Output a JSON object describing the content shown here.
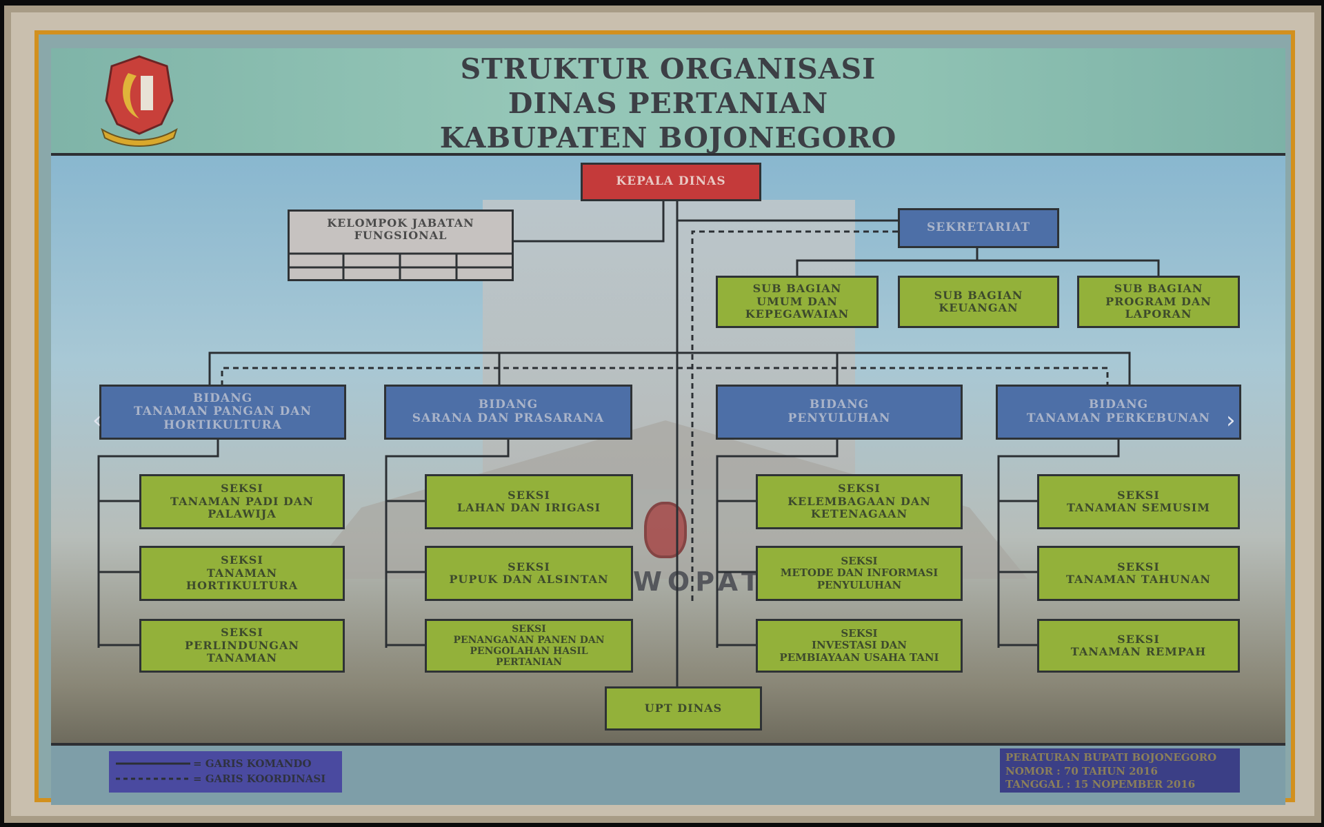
{
  "title": {
    "line1": "STRUKTUR ORGANISASI",
    "line2": "DINAS PERTANIAN",
    "line3": "KABUPATEN BOJONEGORO"
  },
  "boxes": {
    "kepala": "KEPALA DINAS",
    "kjf": "KELOMPOK JABATAN\nFUNGSIONAL",
    "sekretariat": "SEKRETARIAT",
    "sub_umum": "SUB BAGIAN\nUMUM DAN\nKEPEGAWAIAN",
    "sub_keuangan": "SUB BAGIAN\nKEUANGAN",
    "sub_program": "SUB BAGIAN\nPROGRAM DAN\nLAPORAN",
    "bidang_tph": "BIDANG\nTANAMAN PANGAN DAN\nHORTIKULTURA",
    "bidang_sarpras": "BIDANG\nSARANA DAN PRASARANA",
    "bidang_penyuluhan": "BIDANG\nPENYULUHAN",
    "bidang_perkebunan": "BIDANG\nTANAMAN PERKEBUNAN",
    "seksi_padi": "SEKSI\nTANAMAN PADI DAN\nPALAWIJA",
    "seksi_horti": "SEKSI\nTANAMAN\nHORTIKULTURA",
    "seksi_perlindungan": "SEKSI\nPERLINDUNGAN\nTANAMAN",
    "seksi_lahan": "SEKSI\nLAHAN DAN IRIGASI",
    "seksi_pupuk": "SEKSI\nPUPUK DAN ALSINTAN",
    "seksi_panen": "SEKSI\nPENANGANAN PANEN DAN\nPENGOLAHAN HASIL\nPERTANIAN",
    "seksi_kelembagaan": "SEKSI\nKELEMBAGAAN DAN\nKETENAGAAN",
    "seksi_metode": "SEKSI\nMETODE DAN INFORMASI\nPENYULUHAN",
    "seksi_investasi": "SEKSI\nINVESTASI DAN\nPEMBIAYAAN USAHA TANI",
    "seksi_semusim": "SEKSI\nTANAMAN SEMUSIM",
    "seksi_tahunan": "SEKSI\nTANAMAN TAHUNAN",
    "seksi_rempah": "SEKSI\nTANAMAN REMPAH",
    "upt": "UPT DINAS"
  },
  "legend": {
    "komando": "= GARIS KOMANDO",
    "koordinasi": "= GARIS KOORDINASI"
  },
  "regulation": {
    "line1": "PERATURAN BUPATI BOJONEGORO",
    "line2": "NOMOR    : 70 TAHUN 2016",
    "line3": "TANGGAL  : 15 NOPEMBER 2016"
  },
  "watermark": "WOPATI",
  "nav": {
    "prev": "‹",
    "next": "›"
  },
  "colors": {
    "kepala": "#c43a3a",
    "bidang": "#4d6fa7",
    "seksi": "#93b13a",
    "fungsional": "#c6c2c0",
    "frame_accent": "#d2901e"
  }
}
